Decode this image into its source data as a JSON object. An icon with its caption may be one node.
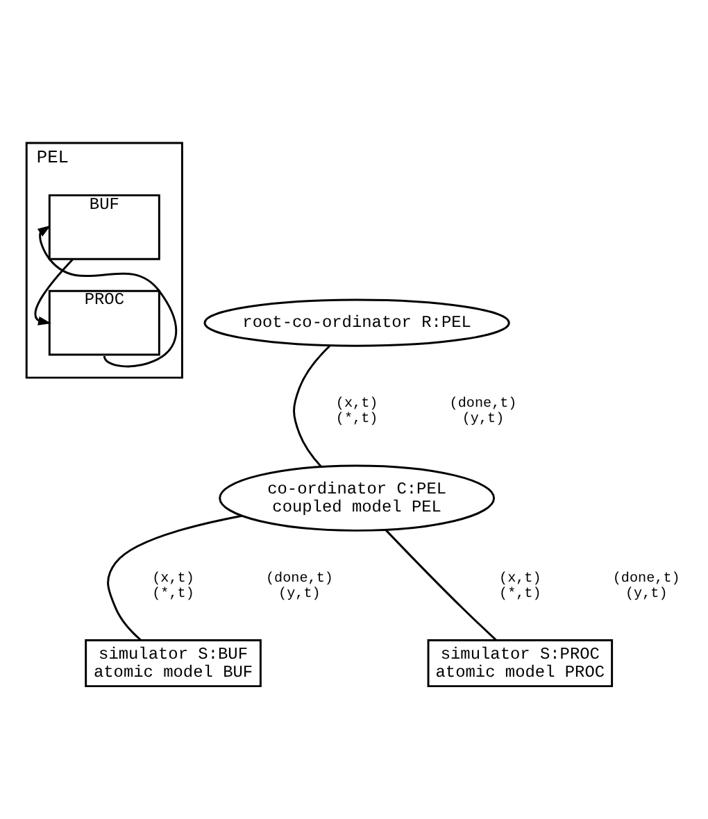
{
  "diagram": {
    "nodes": [
      {
        "text": [
          "PEL"
        ]
      },
      {
        "text": [
          "BUF"
        ],
        "in": 0
      },
      {
        "text": [
          "PROC"
        ],
        "in": 0
      },
      {
        "text": [
          "root-co-ordinator R:PEL"
        ]
      },
      {
        "text": [
          "co-ordinator C:PEL",
          "coupled model PEL"
        ]
      },
      {
        "text": [
          "simulator S:BUF",
          "atomic model BUF"
        ]
      },
      {
        "text": [
          "simulator S:PROC",
          "atomic model PROC"
        ]
      }
    ],
    "edges": [
      {
        "from": 1,
        "to": 2,
        "arrow": "to"
      },
      {
        "from": 2,
        "to": 1,
        "arrow": "to"
      },
      {
        "from": 3,
        "to": 4,
        "arrow": "none"
      },
      {
        "from": 4,
        "to": 5,
        "arrow": "none"
      },
      {
        "from": 4,
        "to": 6,
        "arrow": "none"
      }
    ],
    "labels": [
      "(x,t) (*,t)",
      "(done,t) (y,t)",
      "(x,t) (*,t)",
      "(done,t) (y,t)",
      "(x,t) (*,t)",
      "(done,t) (y,t)"
    ]
  }
}
